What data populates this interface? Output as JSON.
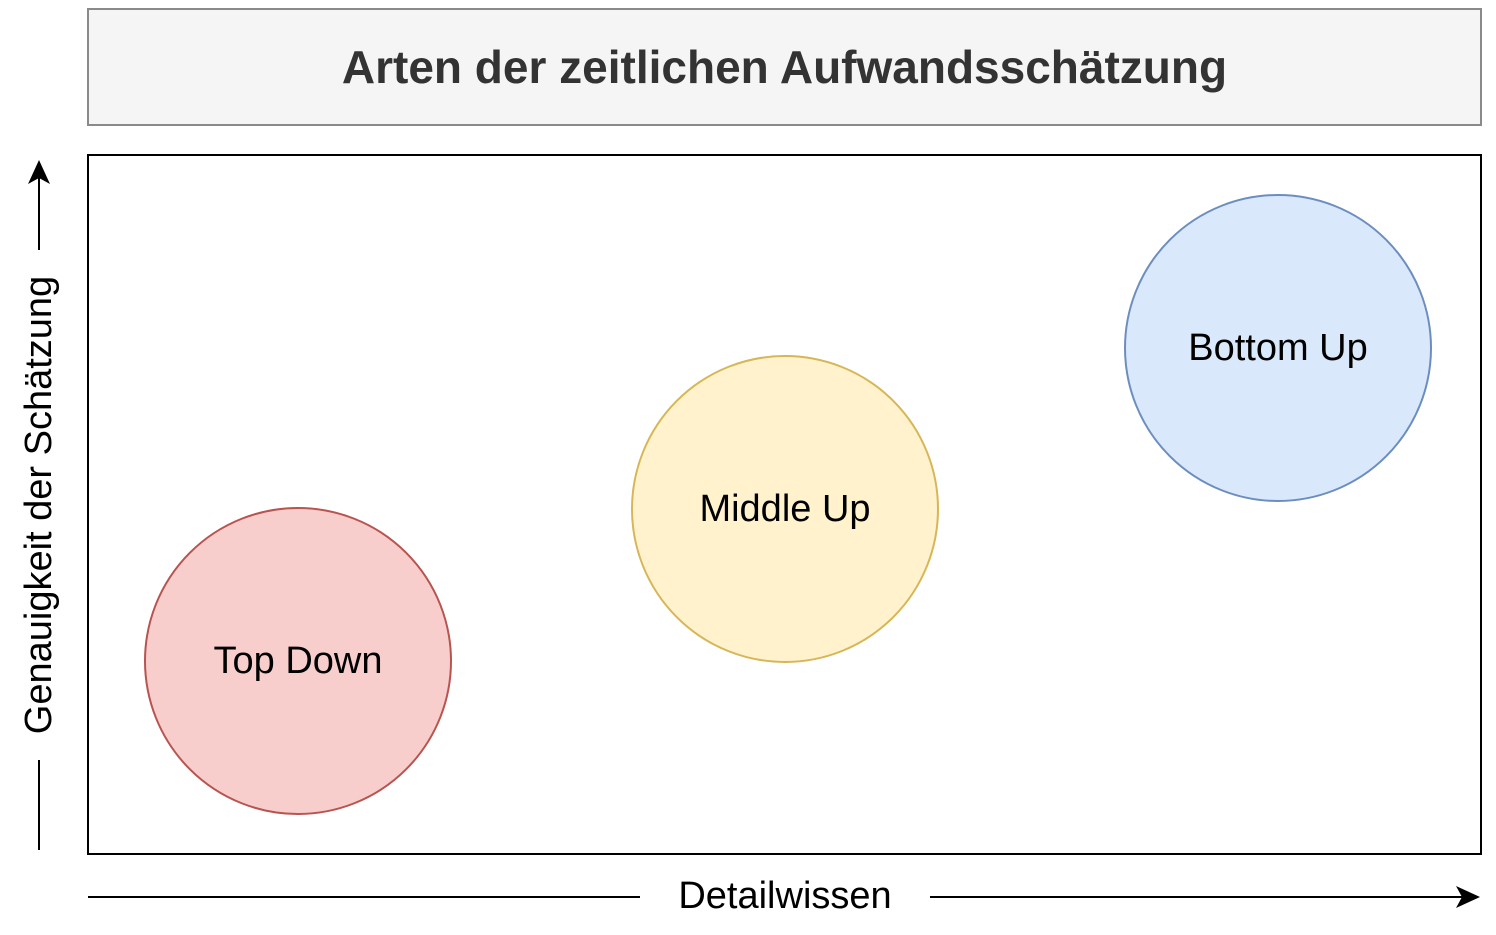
{
  "title": "Arten der zeitlichen Aufwandsschätzung",
  "axes": {
    "x_label": "Detailwissen",
    "y_label": "Genauigkeit der Schätzung"
  },
  "bubbles": [
    {
      "label": "Top Down",
      "fill": "#f8cecc",
      "stroke": "#b85450"
    },
    {
      "label": "Middle Up",
      "fill": "#fff2cc",
      "stroke": "#d6b656"
    },
    {
      "label": "Bottom Up",
      "fill": "#dae8fc",
      "stroke": "#6c8ebf"
    }
  ]
}
